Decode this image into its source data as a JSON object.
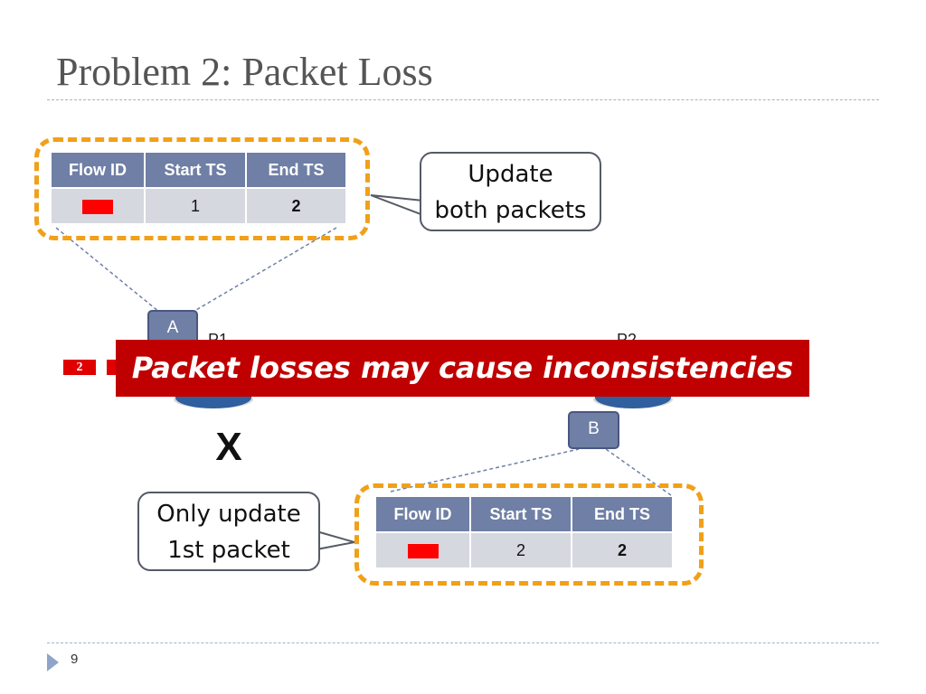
{
  "slide": {
    "title": "Problem 2: Packet Loss",
    "page_number": "9"
  },
  "tables": {
    "top": {
      "headers": [
        "Flow ID",
        "Start TS",
        "End TS"
      ],
      "start_ts": "1",
      "end_ts": "2",
      "end_ts_color": "#2e8b2e"
    },
    "bottom": {
      "headers": [
        "Flow ID",
        "Start TS",
        "End TS"
      ],
      "start_ts": "2",
      "end_ts": "2",
      "end_ts_color": "#e00000"
    }
  },
  "callouts": {
    "top": {
      "line1": "Update",
      "line2": "both packets"
    },
    "bottom": {
      "line1": "Only update",
      "line2": "1st packet"
    }
  },
  "switches": {
    "left": {
      "tag": "A",
      "label": "P1"
    },
    "right": {
      "tag": "B",
      "label": "P2"
    }
  },
  "packets": {
    "lost_packet_label": "2"
  },
  "banner": {
    "text": "Packet losses may cause inconsistencies"
  },
  "loss_marker": "X",
  "colors": {
    "frame": "#f0a019",
    "table_header": "#6f7fa5",
    "banner": "#c00000",
    "packet": "#e00000"
  }
}
